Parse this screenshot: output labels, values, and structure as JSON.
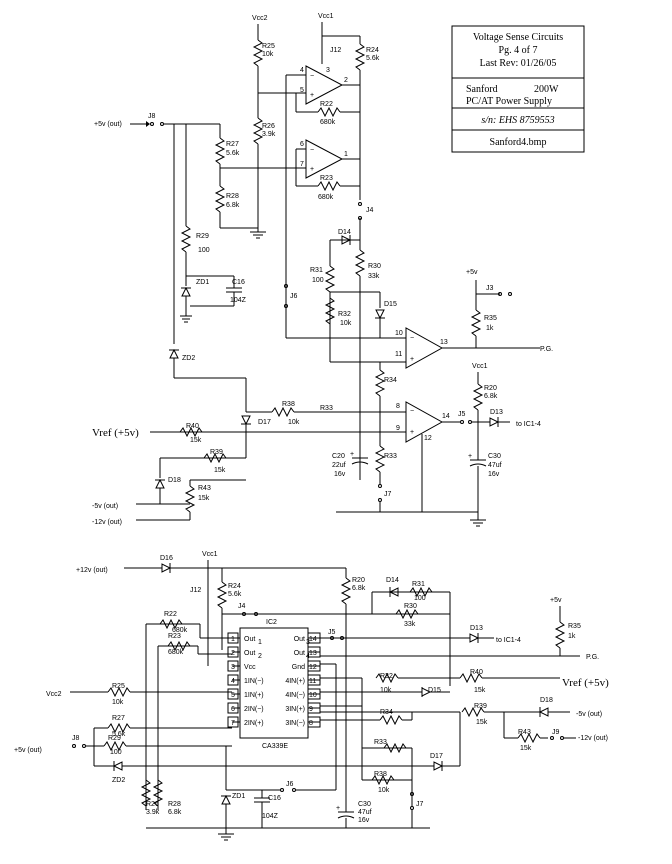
{
  "title_block": {
    "line1": "Voltage Sense Circuits",
    "line2": "Pg. 4 of 7",
    "line3": "Last Rev: 01/26/05",
    "mfr": "Sanford",
    "watts": "200W",
    "model": "PC/AT Power Supply",
    "serial": "s/n: EHS 8759553",
    "file": "Sanford4.bmp"
  },
  "top": {
    "vcc1": "Vcc1",
    "vcc2": "Vcc2",
    "j12": "J12",
    "r24": "R24",
    "r24v": "5.6k",
    "r25": "R25",
    "r25v": "10k",
    "r26": "R26",
    "r26v": "3.9k",
    "r27": "R27",
    "r27v": "5.6k",
    "r28": "R28",
    "r28v": "6.8k",
    "r22": "R22",
    "r22v": "680k",
    "r23": "R23",
    "r23v": "680k",
    "r29": "R29",
    "r29v": "100",
    "zd1": "ZD1",
    "c16": "C16",
    "c16v": "104Z",
    "j4": "J4",
    "d14": "D14",
    "r31": "R31",
    "r31v": "100",
    "r30": "R30",
    "r30v": "33k",
    "d15": "D15",
    "r32": "R32",
    "r32v": "10k",
    "j6": "J6",
    "j8": "J8",
    "plus5out": "+5v (out)",
    "plus5": "+5v",
    "j3": "J3",
    "r35": "R35",
    "r35v": "1k",
    "pg": "P.G.",
    "zd2": "ZD2",
    "r34": "R34",
    "r20": "R20",
    "r20v": "6.8k",
    "d17": "D17",
    "r38": "R38",
    "r38v": "10k",
    "r33": "R33",
    "j5": "J5",
    "d13": "D13",
    "toic": "to IC1-4",
    "vref": "Vref (+5v)",
    "r40": "R40",
    "r40v": "15k",
    "r39": "R39",
    "r39v": "15k",
    "c20": "C20",
    "c20v1": "22uf",
    "c20v2": "16v",
    "c30": "C30",
    "c30v1": "47uf",
    "c30v2": "16v",
    "d18": "D18",
    "r43": "R43",
    "r43v": "15k",
    "minus5": "-5v (out)",
    "minus12": "-12v (out)",
    "j7": "J7",
    "pins": [
      "3",
      "2",
      "4",
      "5",
      "6",
      "7",
      "1",
      "10",
      "11",
      "13",
      "8",
      "9",
      "12",
      "14"
    ]
  },
  "bottom": {
    "plus12": "+12v (out)",
    "d16": "D16",
    "vcc1": "Vcc1",
    "j12": "J12",
    "r24": "R24",
    "r24v": "5.6k",
    "r20": "R20",
    "r20v": "6.8k",
    "d14": "D14",
    "r31": "R31",
    "r31v": "100",
    "j4": "J4",
    "ic2": "IC2",
    "r30": "R30",
    "r30v": "33k",
    "r22": "R22",
    "r22v": "680k",
    "r23": "R23",
    "r23v": "680k",
    "j5": "J5",
    "d13": "D13",
    "toic": "to IC1-4",
    "plus5": "+5v",
    "r35": "R35",
    "r35v": "1k",
    "pg": "P.G.",
    "chip": "CA339E",
    "pins_left": [
      {
        "n": "1",
        "lbl": "Out",
        "sub": "1"
      },
      {
        "n": "2",
        "lbl": "Out",
        "sub": "2"
      },
      {
        "n": "3",
        "lbl": "Vcc",
        "sub": ""
      },
      {
        "n": "4",
        "lbl": "1IN(−)",
        "sub": ""
      },
      {
        "n": "5",
        "lbl": "1IN(+)",
        "sub": ""
      },
      {
        "n": "6",
        "lbl": "2IN(−)",
        "sub": ""
      },
      {
        "n": "7",
        "lbl": "2IN(+)",
        "sub": ""
      }
    ],
    "pins_right": [
      {
        "n": "14",
        "lbl": "Out",
        "sub": "3"
      },
      {
        "n": "13",
        "lbl": "Out",
        "sub": "4"
      },
      {
        "n": "12",
        "lbl": "Gnd",
        "sub": ""
      },
      {
        "n": "11",
        "lbl": "4IN(+)",
        "sub": ""
      },
      {
        "n": "10",
        "lbl": "4IN(−)",
        "sub": ""
      },
      {
        "n": "9",
        "lbl": "3IN(+)",
        "sub": ""
      },
      {
        "n": "8",
        "lbl": "3IN(−)",
        "sub": ""
      }
    ],
    "vcc2": "Vcc2",
    "r25": "R25",
    "r25v": "10k",
    "r27": "R27",
    "r27v": "5.6k",
    "plus5out": "+5v (out)",
    "j8": "J8",
    "r29": "R29",
    "r29v": "100",
    "zd2": "ZD2",
    "r26": "R26",
    "r26v": "3.9k",
    "r28": "R28",
    "r28v": "6.8k",
    "zd1": "ZD1",
    "c16": "C16",
    "c16v": "104Z",
    "j6": "J6",
    "r32": "R32",
    "r32v": "10k",
    "r40": "R40",
    "r40v": "15k",
    "vref": "Vref (+5v)",
    "d15": "D15",
    "r34": "R34",
    "r39": "R39",
    "r39v": "15k",
    "d18": "D18",
    "minus5": "-5v (out)",
    "r43": "R43",
    "r43v": "15k",
    "j9": "J9",
    "minus12": "-12v (out)",
    "r33": "R33",
    "d17": "D17",
    "r38": "R38",
    "r38v": "10k",
    "j7": "J7",
    "c30": "C30",
    "c30v1": "47uf",
    "c30v2": "16v"
  }
}
